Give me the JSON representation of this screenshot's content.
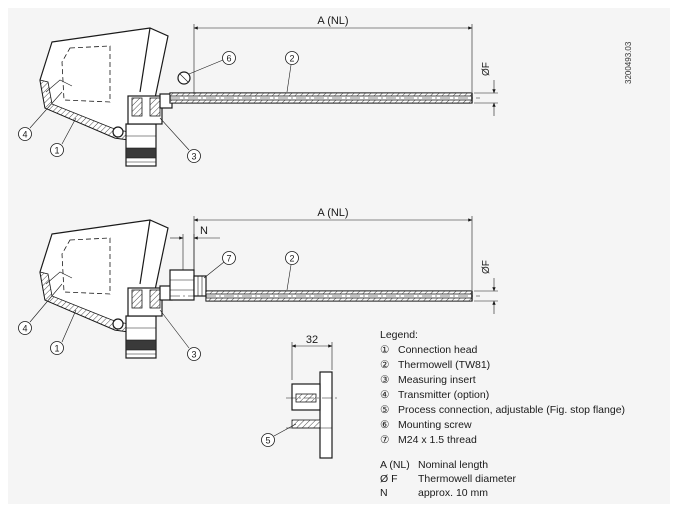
{
  "dimensions": {
    "length_label": "A (NL)",
    "diameter_label": "ØF",
    "n_label": "N",
    "width_label": "32"
  },
  "callouts": {
    "c1": "1",
    "c2": "2",
    "c3": "3",
    "c4": "4",
    "c5": "5",
    "c6": "6",
    "c7": "7"
  },
  "legend": {
    "title": "Legend:",
    "items": [
      {
        "symbol": "①",
        "text": "Connection head"
      },
      {
        "symbol": "②",
        "text": "Thermowell (TW81)"
      },
      {
        "symbol": "③",
        "text": "Measuring insert"
      },
      {
        "symbol": "④",
        "text": "Transmitter (option)"
      },
      {
        "symbol": "⑤",
        "text": "Process connection, adjustable (Fig. stop flange)"
      },
      {
        "symbol": "⑥",
        "text": "Mounting screw"
      },
      {
        "symbol": "⑦",
        "text": "M24 x 1.5 thread"
      }
    ]
  },
  "abbreviations": [
    {
      "key": "A (NL)",
      "value": "Nominal length"
    },
    {
      "key": "Ø F",
      "value": "Thermowell diameter"
    },
    {
      "key": "N",
      "value": "approx. 10 mm"
    }
  ],
  "document_id": "3200493.03"
}
